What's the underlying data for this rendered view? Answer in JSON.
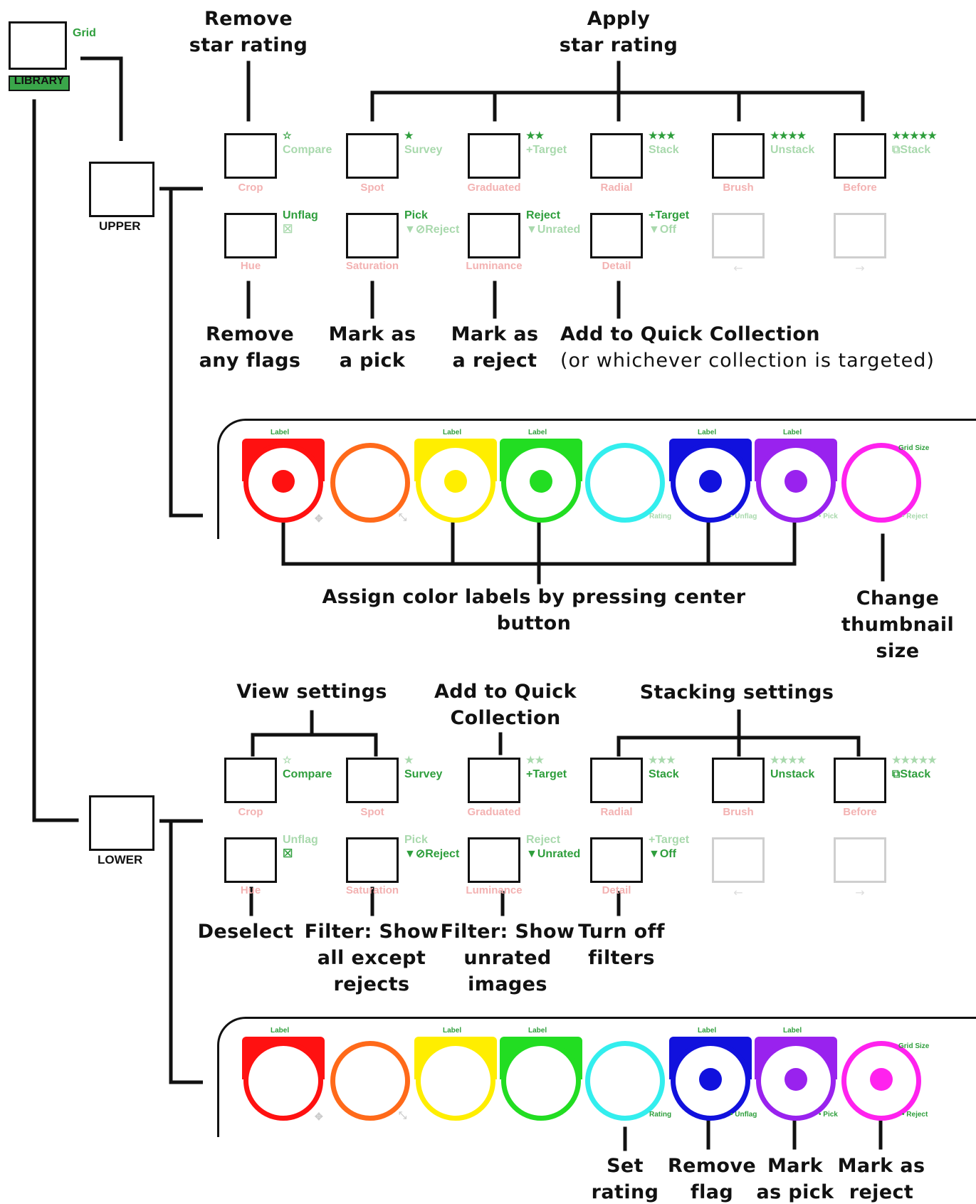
{
  "library": {
    "grid": "Grid",
    "library": "LIBRARY"
  },
  "upper": {
    "mode": "UPPER",
    "captions": {
      "remove_star": "Remove\nstar rating",
      "apply_star": "Apply\nstar rating",
      "remove_flags": "Remove\nany flags",
      "mark_pick": "Mark as\na pick",
      "mark_reject": "Mark as\na reject",
      "add_quick": "Add to Quick Collection",
      "add_quick_sub": "(or whichever collection is targeted)",
      "assign_color": "Assign color labels by pressing center button",
      "change_thumb": "Change\nthumbnail size"
    }
  },
  "lower": {
    "mode": "LOWER",
    "captions": {
      "view_settings": "View settings",
      "add_quick": "Add to Quick\nCollection",
      "stacking": "Stacking settings",
      "deselect": "Deselect",
      "filter_except": "Filter: Show\nall except\nrejects",
      "filter_unrated": "Filter: Show\nunrated\nimages",
      "turn_off": "Turn off\nfilters",
      "set_rating": "Set\nrating",
      "remove_flag": "Remove\nflag",
      "mark_pick": "Mark\nas pick",
      "mark_reject": "Mark as\nreject"
    }
  },
  "keys": {
    "row1_bottom": [
      "Crop",
      "Spot",
      "Graduated",
      "Radial",
      "Brush",
      "Before"
    ],
    "row1_stars": [
      "☆",
      "★",
      "★★",
      "★★★",
      "★★★★",
      "★★★★★"
    ],
    "row1_words": [
      "Compare",
      "Survey",
      "+Target",
      "Stack",
      "Unstack",
      "⧉Stack"
    ],
    "row2_bottom": [
      "Hue",
      "Saturation",
      "Luminance",
      "Detail"
    ],
    "row2_top": [
      "Unflag",
      "Pick",
      "Reject",
      "+Target"
    ],
    "row2_sub": [
      "☒",
      "▼⊘Reject",
      "▼Unrated",
      "▼Off"
    ],
    "arrows": [
      "←",
      "→"
    ]
  },
  "knobs": {
    "label": "Label",
    "grid_size": "Grid Size",
    "rating": "Rating",
    "unflag": "• Unflag",
    "pick": "• Pick",
    "reject": "• Reject",
    "move_icon": "✥",
    "fit_icon": "⤡",
    "colors": [
      "#ff1111",
      "#ff6a1a",
      "#ffee00",
      "#22dd22",
      "#33eeee",
      "#1111dd",
      "#9922ee",
      "#ff22ee"
    ]
  }
}
